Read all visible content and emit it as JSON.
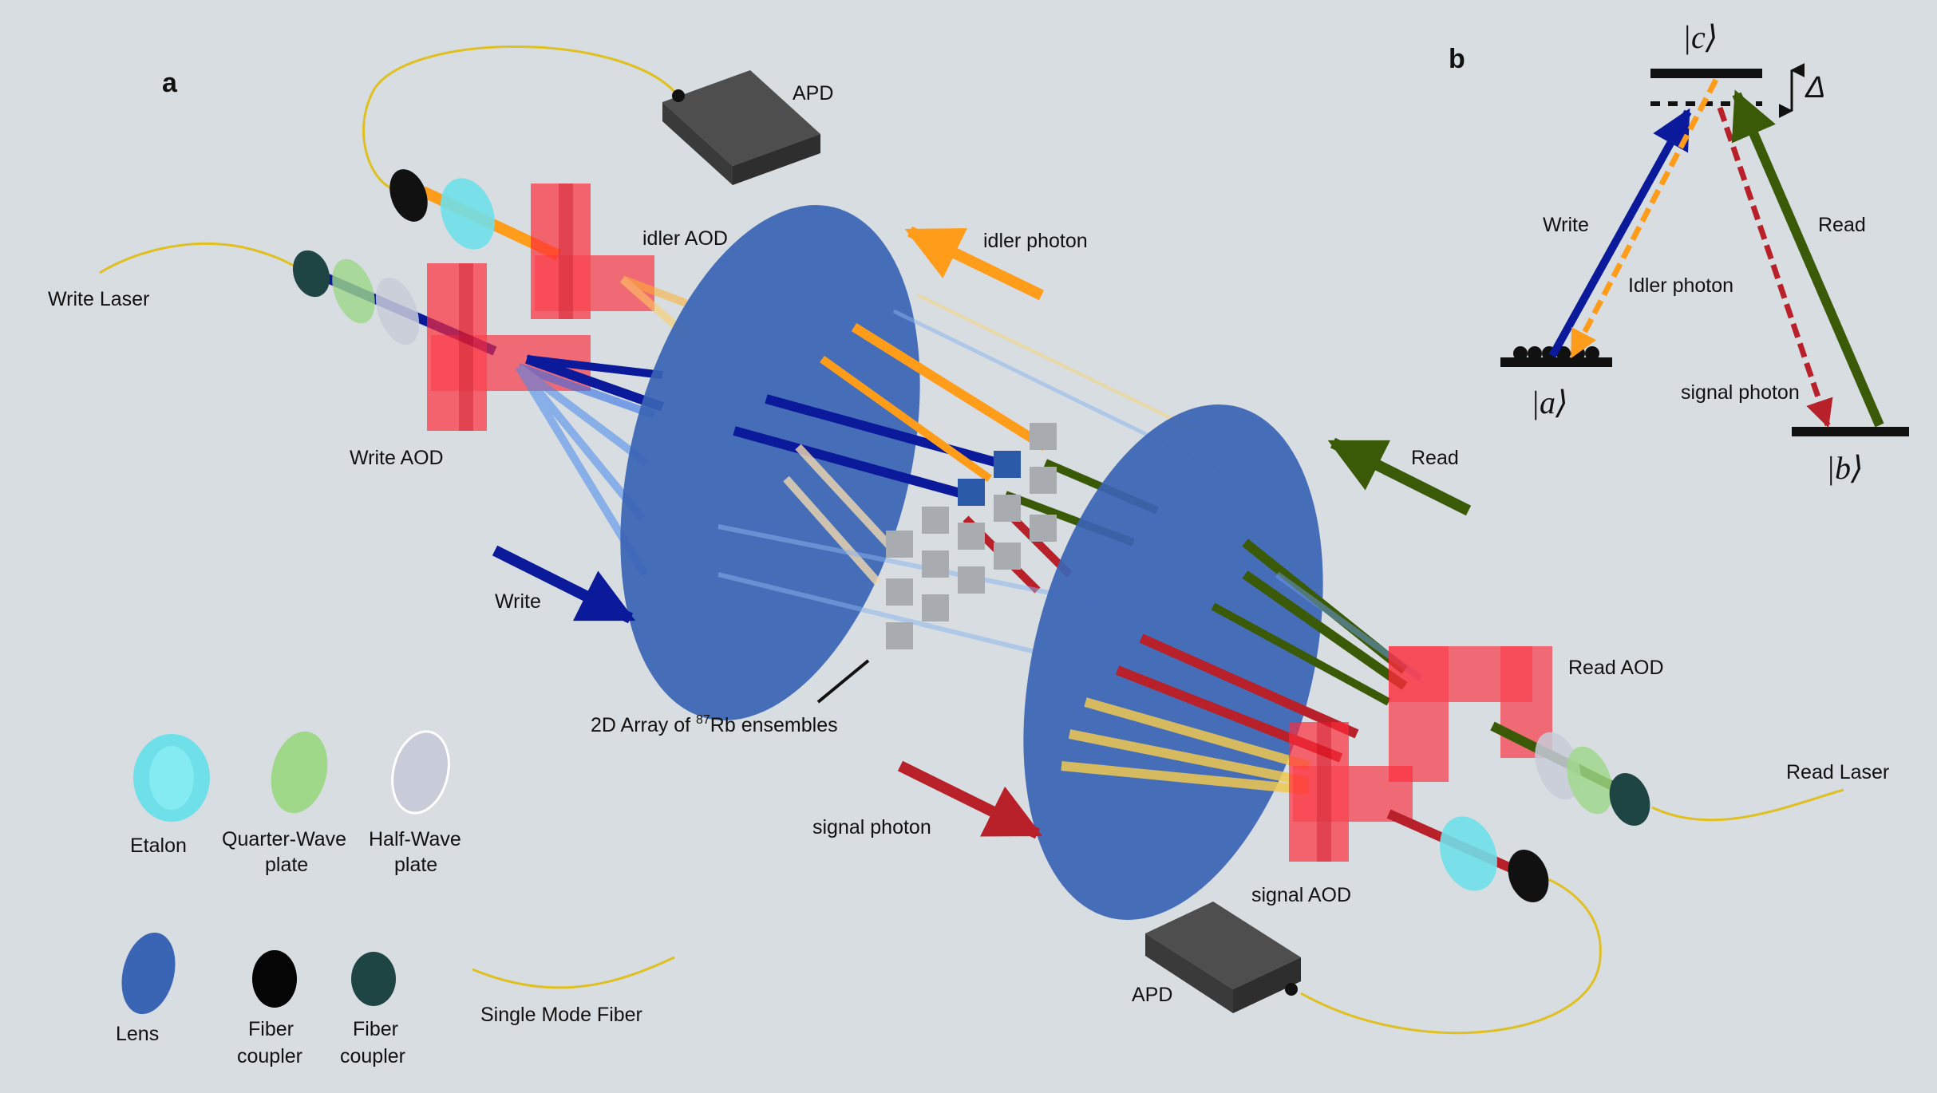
{
  "panels": {
    "a": "a",
    "b": "b"
  },
  "setup": {
    "apd_top": "APD",
    "apd_bottom": "APD",
    "idler_aod": "idler AOD",
    "idler_photon": "idler photon",
    "write_laser": "Write Laser",
    "write_aod": "Write AOD",
    "write_arrow": "Write",
    "read_arrow": "Read",
    "read_aod": "Read AOD",
    "read_laser": "Read Laser",
    "signal_photon": "signal photon",
    "signal_aod": "signal AOD",
    "array_label_prefix": "2D Array of ",
    "array_label_sup": "87",
    "array_label_suffix": "Rb ensembles"
  },
  "legend": {
    "etalon": "Etalon",
    "quarter_wave_line1": "Quarter-Wave",
    "quarter_wave_line2": "plate",
    "half_wave_line1": "Half-Wave",
    "half_wave_line2": "plate",
    "lens": "Lens",
    "fiber_coupler_black_line1": "Fiber",
    "fiber_coupler_black_line2": "coupler",
    "fiber_coupler_dark_line1": "Fiber",
    "fiber_coupler_dark_line2": "coupler",
    "single_mode_fiber": "Single Mode Fiber"
  },
  "level_diagram": {
    "state_c": "|c⟩",
    "state_a": "|a⟩",
    "state_b": "|b⟩",
    "detuning": "Δ",
    "write": "Write",
    "read": "Read",
    "idler_photon": "Idler photon",
    "signal_photon": "signal photon"
  },
  "colors": {
    "background": "#d7dde0",
    "lens": "#3a64b4",
    "aod": "#ff2a3a",
    "write": "#0a1a9a",
    "read": "#3a5a08",
    "idler": "#ff9c1a",
    "signal": "#b8202a",
    "etalon": "#6fe0ea",
    "quarter_wave": "#9ed888",
    "half_wave": "#c8ccd8",
    "fiber": "#e0c020",
    "apd": "#5a5a5a"
  }
}
